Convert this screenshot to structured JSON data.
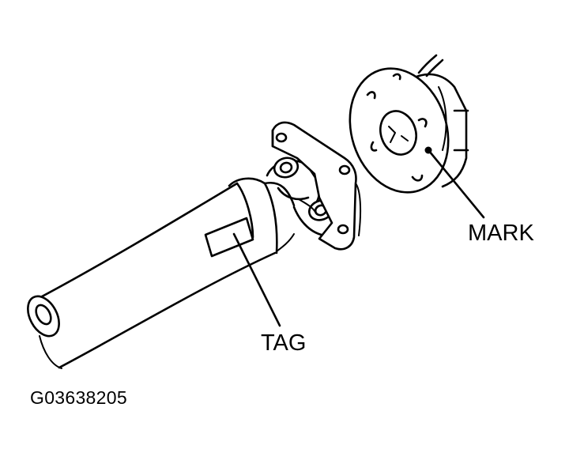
{
  "labels": {
    "mark": "MARK",
    "tag": "TAG"
  },
  "figure_id": "G03638205",
  "colors": {
    "ink": "#000000",
    "background": "#ffffff"
  }
}
